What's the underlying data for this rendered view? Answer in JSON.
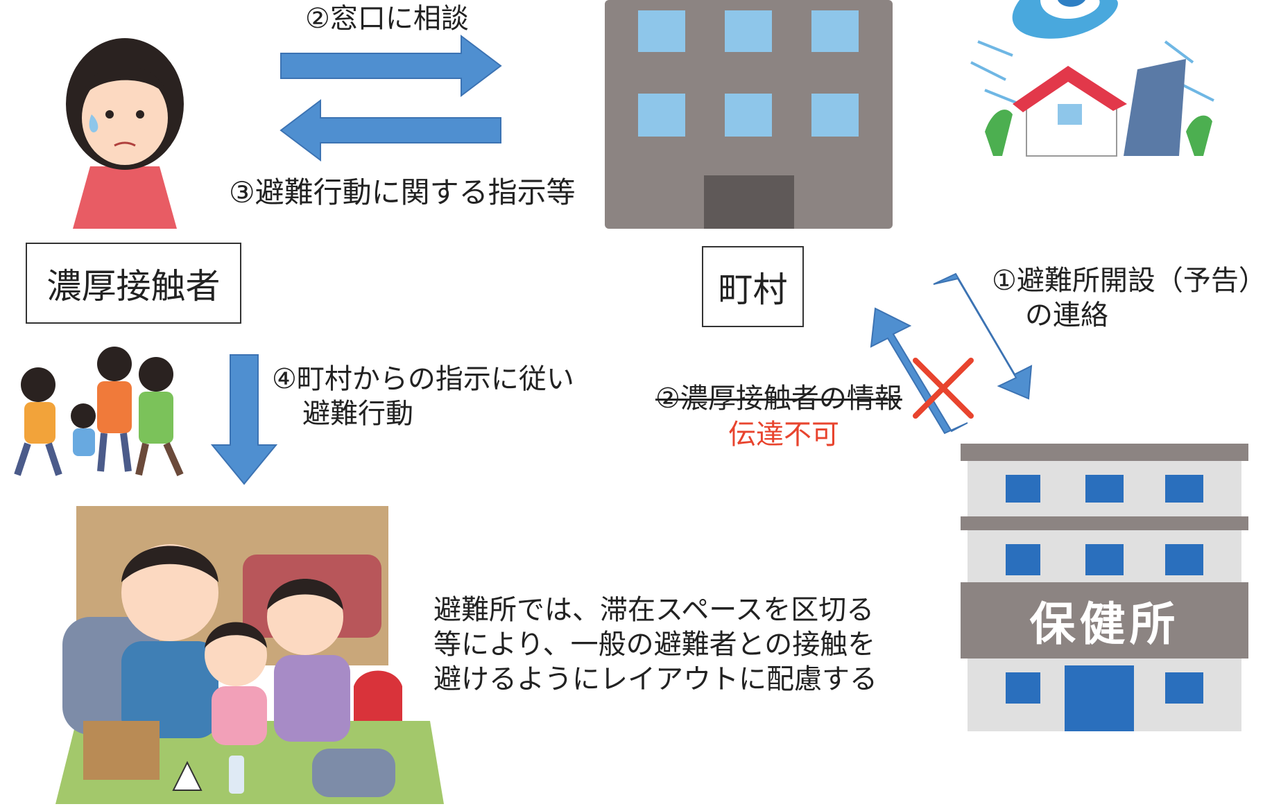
{
  "labels": {
    "consult": "②窓口に相談",
    "instructions": "③避難行動に関する指示等",
    "evacuate_line1": "④町村からの指示に従い",
    "evacuate_line2": "避難行動",
    "contact_info": "②濃厚接触者の情報",
    "cannot_transmit": "伝達不可",
    "shelter_notice_line1": "①避難所開設（予告）",
    "shelter_notice_line2": "の連絡",
    "layout_line1": "避難所では、滞在スペースを区切る",
    "layout_line2": "等により、一般の避難者との接触を",
    "layout_line3": "避けるようにレイアウトに配慮する"
  },
  "boxes": {
    "close_contact": "濃厚接触者",
    "town": "町村"
  },
  "building_sign": "保健所",
  "colors": {
    "arrow": "#4f8fd0",
    "arrow_stroke": "#3c73b3",
    "cross": "#e8442e",
    "building_gray": "#8c8482",
    "window_blue": "#8ec6ea"
  }
}
